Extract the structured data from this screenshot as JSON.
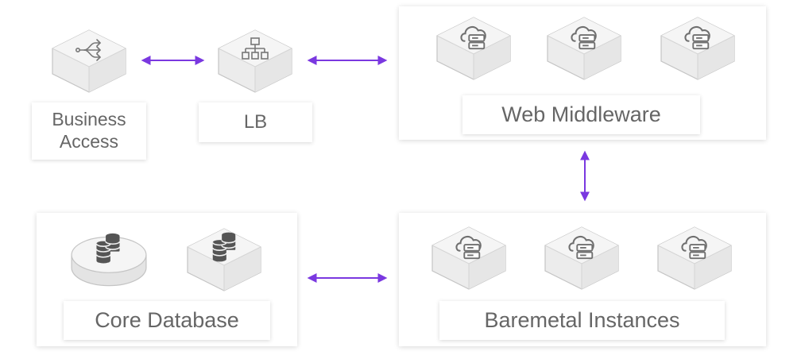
{
  "labels": {
    "business_access": "Business\nAccess",
    "lb": "LB",
    "web_middleware": "Web Middleware",
    "core_database": "Core Database",
    "baremetal_instances": "Baremetal Instances"
  },
  "icons": {
    "business_access": "traffic-split-icon",
    "lb": "load-balancer-hierarchy-icon",
    "server": "cloud-server-icon",
    "database": "database-stack-icon"
  },
  "colors": {
    "connector": "#7a38e0",
    "cube_top": "#f2f2f2",
    "cube_side": "#e5e5e5",
    "cube_stroke": "#c4c4c4",
    "icon_stroke": "#777777",
    "label_text": "#666666"
  }
}
